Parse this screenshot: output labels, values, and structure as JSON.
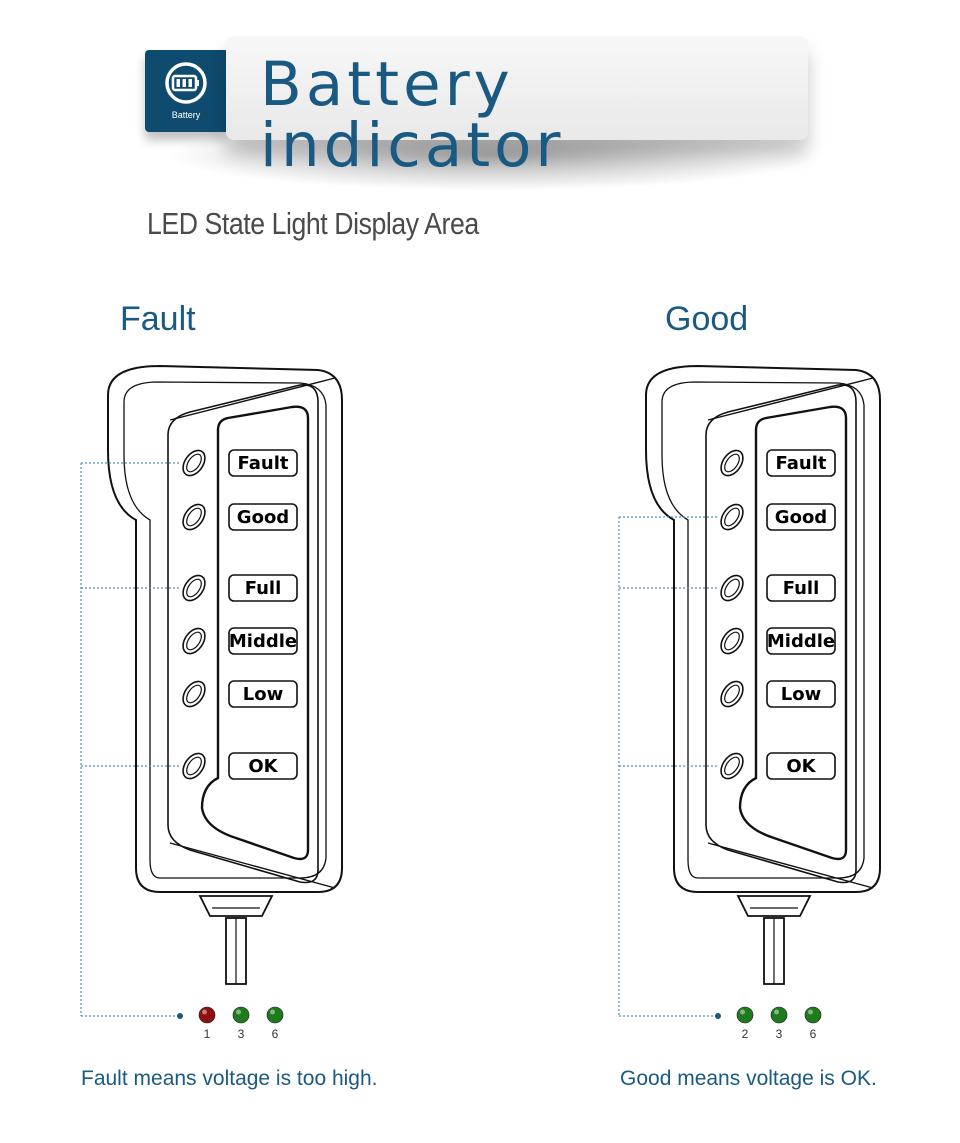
{
  "header": {
    "icon_label": "Battery",
    "title": "Battery indicator"
  },
  "subtitle": "LED State Light Display Area",
  "indicator_labels": [
    "Fault",
    "Good",
    "Full",
    "Middle",
    "Low",
    "OK"
  ],
  "panels": [
    {
      "title": "Fault",
      "caption": "Fault means voltage is too high.",
      "leds": [
        {
          "number": "1",
          "color": "#8e1010"
        },
        {
          "number": "3",
          "color": "#1d7a1d"
        },
        {
          "number": "6",
          "color": "#1d7a1d"
        }
      ]
    },
    {
      "title": "Good",
      "caption": "Good means voltage is OK.",
      "leds": [
        {
          "number": "2",
          "color": "#1d7a1d"
        },
        {
          "number": "3",
          "color": "#1d7a1d"
        },
        {
          "number": "6",
          "color": "#1d7a1d"
        }
      ]
    }
  ],
  "colors": {
    "accent": "#1a5a82",
    "tile": "#0f4b6f",
    "leader_line": "#4f8fb5"
  }
}
